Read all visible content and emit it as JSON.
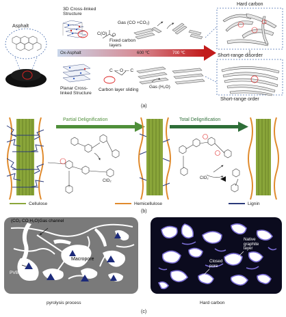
{
  "panel_a": {
    "asphalt": "Asphalt",
    "structure_3d": "3D Cross-linked\nStructure",
    "gas_co_co2": "Gas (CO +CO₂)",
    "c_o": "C(O)",
    "o_label": "O",
    "fixed_layers": "Fixed carbon\nlayers",
    "ox_asphalt": "Ox-Asphalt",
    "temp_600": "600 ℃",
    "temp_700": "700 ℃",
    "planar_structure": "Planar Cross-\nlinked Structure",
    "c_o_c": "C — O — C",
    "layer_sliding": "Carbon layer sliding",
    "gas_h2o": "Gas (H₂O)",
    "hard_carbon": "Hard carbon",
    "short_range_disorder": "Short-range disorder",
    "short_range_order": "Short-range order",
    "tag": "(a)"
  },
  "panel_b": {
    "partial": "Partial Delignification",
    "total": "Total Delignification",
    "clo2_a": "ClO₂",
    "clo2_b": "ClO₂",
    "legend": [
      "Cellulose",
      "Hemicellulose",
      "Lignin"
    ],
    "tag": "(b)"
  },
  "panel_c": {
    "gas_channel": "(CO₂ CO H₂O)Gas channel",
    "macropore": "Macropore",
    "pvb": "PVB",
    "pyrolysis": "pyrolysis process",
    "native_graphite": "Native\ngraphite\nlayer",
    "closed_pore": "Closed\npore",
    "hard_carbon": "Hard carbon",
    "tag": "(c)"
  },
  "colors": {
    "cellulose": "#8aa63a",
    "hemicellulose": "#e08a2c",
    "lignin": "#2b3a7a",
    "arrow_red": "#c62828",
    "arrow_green": "#4f8f3a",
    "panel_gray": "#7a7a7a",
    "panel_dark": "#0b0b1e"
  }
}
